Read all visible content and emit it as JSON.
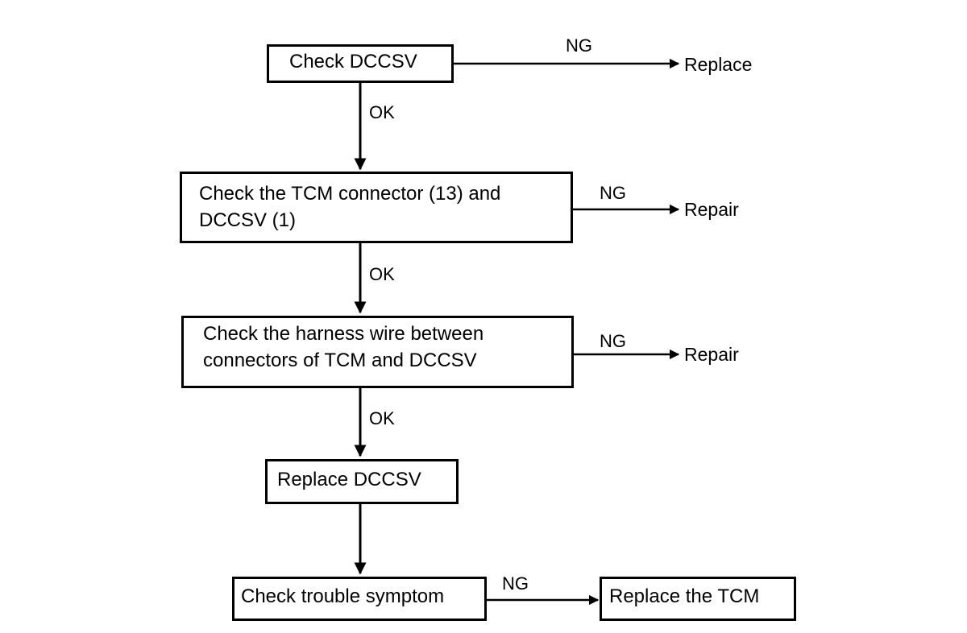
{
  "steps": {
    "check_dccsv": "Check DCCSV",
    "check_tcm_connector_line1": "Check the TCM connector (13) and",
    "check_tcm_connector_line2": "DCCSV (1)",
    "check_harness_line1": "Check the harness wire between",
    "check_harness_line2": "connectors of TCM and DCCSV",
    "replace_dccsv": "Replace DCCSV",
    "check_trouble_symptom": "Check trouble symptom",
    "replace_tcm": "Replace the TCM"
  },
  "branches": {
    "ng_1": "NG",
    "ok_1": "OK",
    "ng_2": "NG",
    "ok_2": "OK",
    "ng_3": "NG",
    "ok_3": "OK",
    "ng_4": "NG"
  },
  "outcomes": {
    "replace": "Replace",
    "repair_1": "Repair",
    "repair_2": "Repair"
  },
  "colors": {
    "line": "#000000",
    "background": "#ffffff"
  }
}
